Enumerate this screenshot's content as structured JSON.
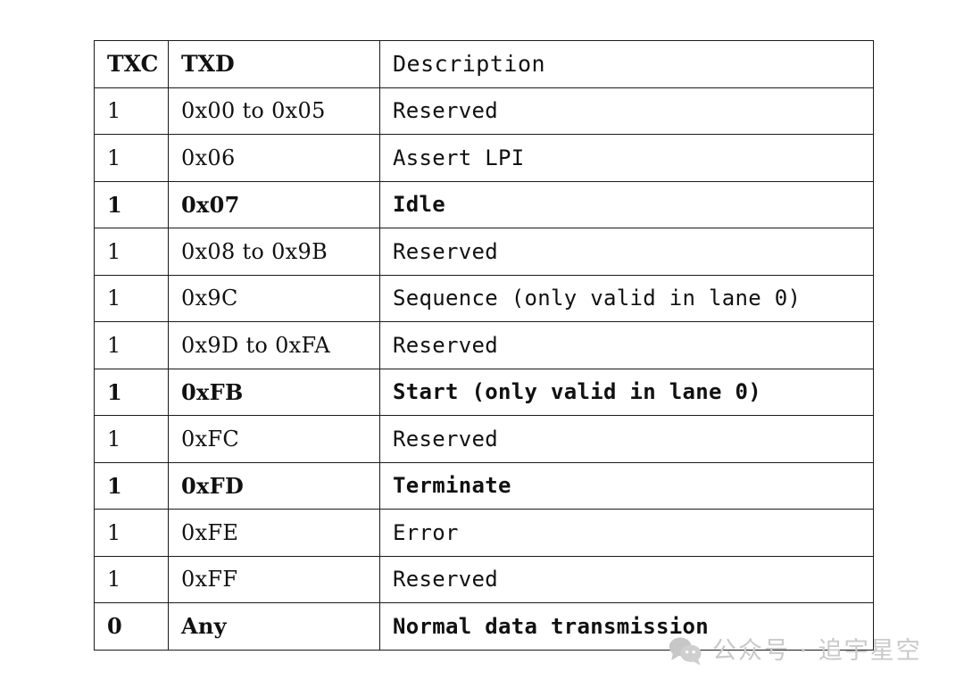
{
  "document": {
    "kind": "specification-table",
    "background_color": "#ffffff",
    "border_color": "#1a1a1a",
    "text_color": "#111111"
  },
  "table": {
    "name": "txc-txd-encoding-table",
    "headers": {
      "txc": "TXC",
      "txd": "TXD",
      "description": "Description"
    },
    "rows": [
      {
        "txc": "1",
        "txd": "0x00 to 0x05",
        "description": "Reserved",
        "strong": false
      },
      {
        "txc": "1",
        "txd": "0x06",
        "description": "Assert LPI",
        "strong": false
      },
      {
        "txc": "1",
        "txd": "0x07",
        "description": "Idle",
        "strong": true
      },
      {
        "txc": "1",
        "txd": "0x08 to 0x9B",
        "description": "Reserved",
        "strong": false
      },
      {
        "txc": "1",
        "txd": "0x9C",
        "description": "Sequence (only valid in lane 0)",
        "strong": false
      },
      {
        "txc": "1",
        "txd": "0x9D to 0xFA",
        "description": "Reserved",
        "strong": false
      },
      {
        "txc": "1",
        "txd": "0xFB",
        "description": "Start (only valid in lane 0)",
        "strong": true
      },
      {
        "txc": "1",
        "txd": "0xFC",
        "description": "Reserved",
        "strong": false
      },
      {
        "txc": "1",
        "txd": "0xFD",
        "description": "Terminate",
        "strong": true
      },
      {
        "txc": "1",
        "txd": "0xFE",
        "description": "Error",
        "strong": false
      },
      {
        "txc": "1",
        "txd": "0xFF",
        "description": "Reserved",
        "strong": false
      },
      {
        "txc": "0",
        "txd": "Any",
        "description": "Normal data transmission",
        "strong": true
      }
    ]
  },
  "watermark": {
    "icon": "wechat-bubbles-icon",
    "text": "公众号 · 追宇星空",
    "color": "#c9c9c9"
  }
}
